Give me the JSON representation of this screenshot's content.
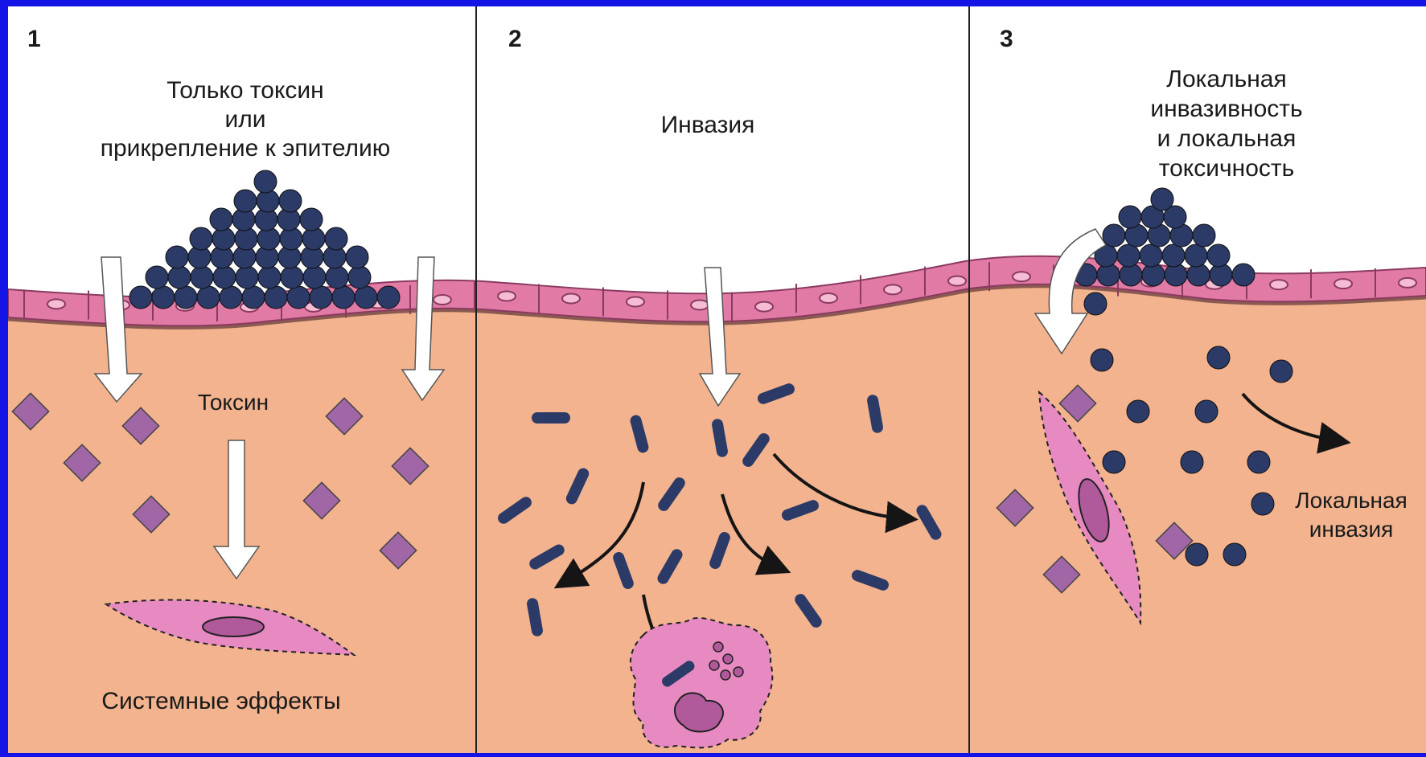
{
  "panels": [
    {
      "number": "1",
      "title_lines": [
        "Только токсин",
        "или",
        "прикрепление к эпителию"
      ],
      "labels": {
        "toxin": "Токсин",
        "effects": "Системные эффекты"
      }
    },
    {
      "number": "2",
      "title_lines": [
        "Инвазия"
      ]
    },
    {
      "number": "3",
      "title_lines": [
        "Локальная",
        "инвазивность",
        "и локальная",
        "токсичность"
      ],
      "labels": {
        "invasion_lines": [
          "Локальная",
          "инвазия"
        ]
      }
    }
  ],
  "colors": {
    "frame": "#1414e6",
    "sky": "#ffffff",
    "tissue": "#f2b38e",
    "epithelium": "#e27aa6",
    "epithelium_dark": "#8a3a60",
    "basement": "#8a5a50",
    "bacteria": "#2b3a66",
    "toxin": "#a066a6",
    "cell": "#e88ac2",
    "nucleus": "#b05a9c",
    "arrow_dark": "#151515"
  }
}
